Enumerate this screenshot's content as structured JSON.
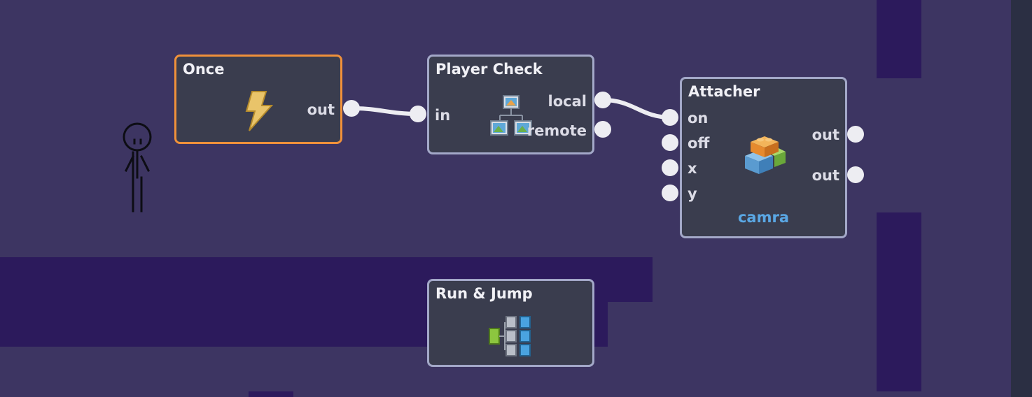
{
  "nodes": {
    "once": {
      "title": "Once",
      "icon": "lightning-bolt-icon",
      "outputs": [
        "out"
      ]
    },
    "player_check": {
      "title": "Player Check",
      "icon": "network-hierarchy-icon",
      "inputs": [
        "in"
      ],
      "outputs": [
        "local",
        "remote"
      ]
    },
    "attacher": {
      "title": "Attacher",
      "icon": "lego-bricks-icon",
      "inputs": [
        "on",
        "off",
        "x",
        "y"
      ],
      "outputs": [
        "out",
        "out"
      ],
      "target": "camra"
    },
    "run_jump": {
      "title": "Run & Jump",
      "icon": "logic-tree-icon"
    }
  },
  "connections": [
    {
      "from": "Once.out",
      "to": "Player Check.in"
    },
    {
      "from": "Player Check.local",
      "to": "Attacher.on"
    }
  ],
  "colors": {
    "canvas": "#3d3562",
    "wall": "#2c1a5c",
    "node_bg": "#3a3d4e",
    "node_border": "#a3a8c8",
    "selected_border": "#f0913a",
    "wire": "#ededf2",
    "accent_text": "#5aa7e4"
  }
}
